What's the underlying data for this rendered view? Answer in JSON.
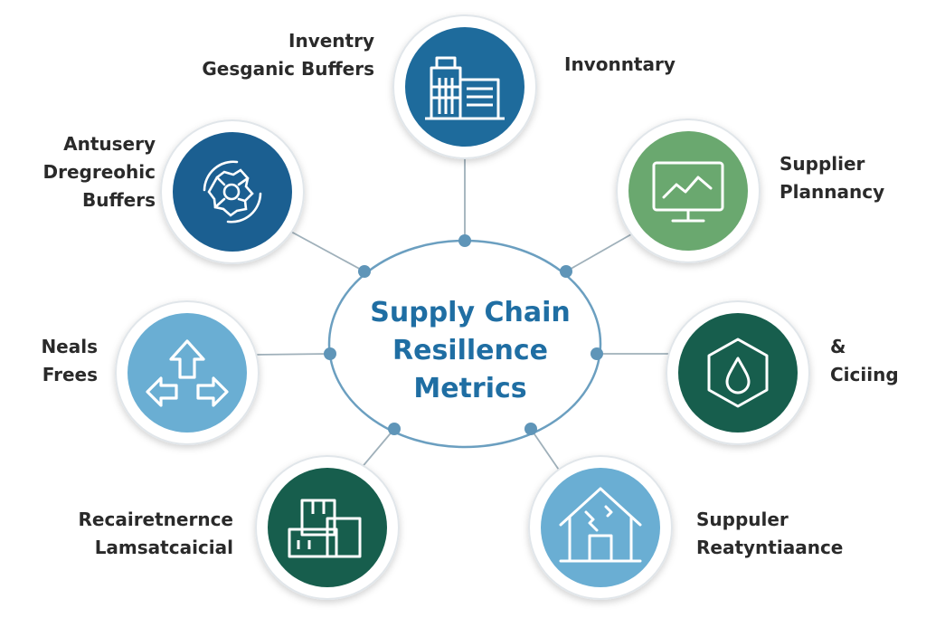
{
  "center": {
    "title_lines": [
      "Supply Chain",
      "Resillence",
      "Metrics"
    ],
    "color": "#1f6ea3"
  },
  "nodes": [
    {
      "id": "top",
      "icon": "office-buildings-icon",
      "color": "#1e6b9c",
      "label_lines": [
        "Invonntary"
      ]
    },
    {
      "id": "top-left-outer",
      "icon": "none",
      "label_lines": [
        "Inventry",
        "Gesganic Buffers"
      ]
    },
    {
      "id": "upper-left",
      "icon": "network-gear-icon",
      "color": "#1b5f91",
      "label_lines": [
        "Antusery",
        "Dregreohic",
        "Buffers"
      ]
    },
    {
      "id": "upper-right",
      "icon": "monitor-chart-icon",
      "color": "#6aa86f",
      "label_lines": [
        "Supplier",
        "Plannancy"
      ]
    },
    {
      "id": "left",
      "icon": "directional-arrows-icon",
      "color": "#6aaed3",
      "label_lines": [
        "Neals",
        "Frees"
      ]
    },
    {
      "id": "right",
      "icon": "hexagon-droplet-icon",
      "color": "#175e4d",
      "label_lines": [
        "&",
        "Ciciing"
      ]
    },
    {
      "id": "bottom-left",
      "icon": "stacked-boxes-icon",
      "color": "#175e4d",
      "label_lines": [
        "Recairetnernce",
        "Lamsatcaicial"
      ]
    },
    {
      "id": "bottom-right",
      "icon": "broken-house-icon",
      "color": "#6aaed3",
      "label_lines": [
        "Suppuler",
        "Reatyntiaance"
      ]
    }
  ]
}
